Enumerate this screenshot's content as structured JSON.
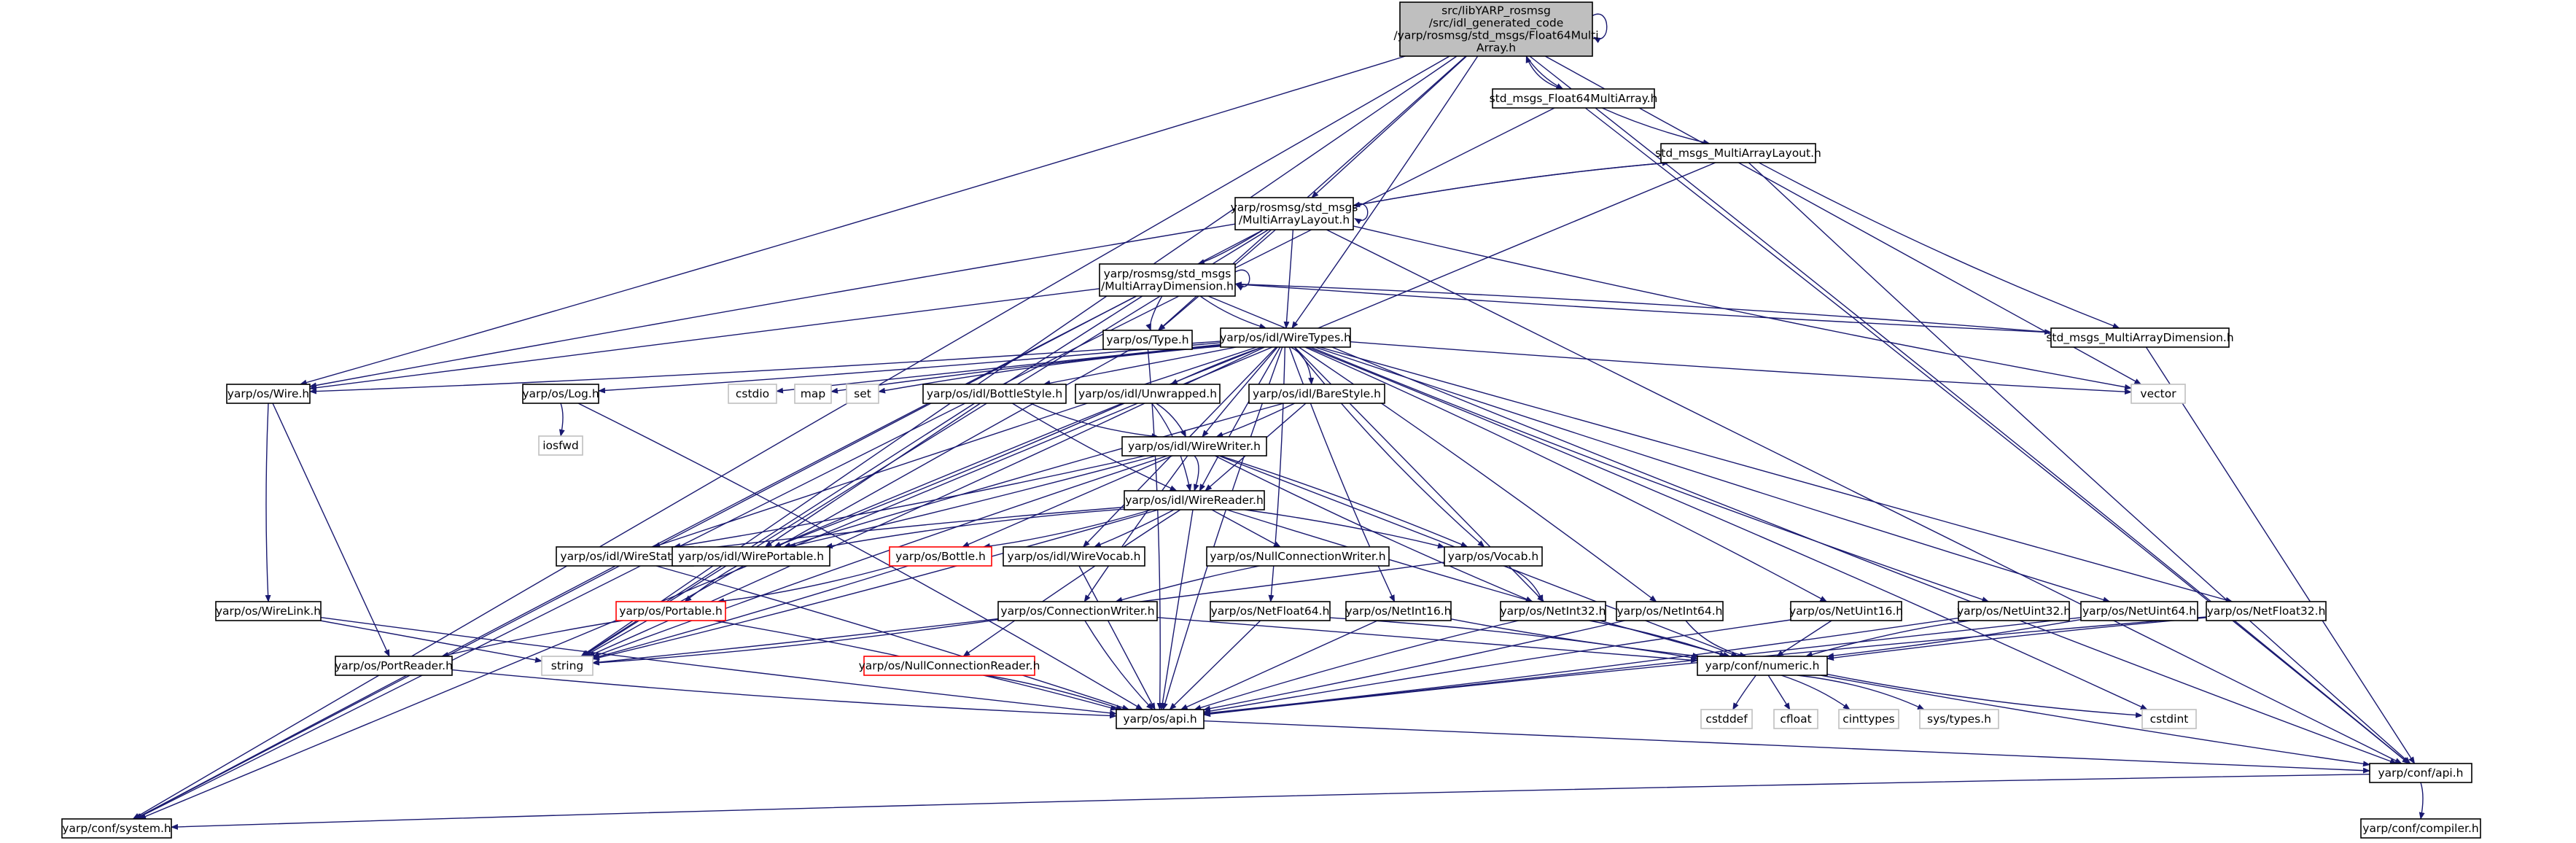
{
  "colors": {
    "edge": "#191970",
    "border_normal": "#000000",
    "border_missing": "#bfbfbf",
    "border_red": "#ff0000",
    "fill_root": "#bfbfbf",
    "fill_normal": "#ffffff"
  },
  "nodes": [
    {
      "id": "root",
      "label": [
        "src/libYARP_rosmsg",
        "/src/idl_generated_code",
        "/yarp/rosmsg/std_msgs/Float64Multi",
        "Array.h"
      ],
      "kind": "root"
    },
    {
      "id": "f64ma",
      "label": [
        "std_msgs_Float64MultiArray.h"
      ],
      "kind": "normal"
    },
    {
      "id": "malayout_std",
      "label": [
        "std_msgs_MultiArrayLayout.h"
      ],
      "kind": "normal"
    },
    {
      "id": "malayout",
      "label": [
        "yarp/rosmsg/std_msgs",
        "/MultiArrayLayout.h"
      ],
      "kind": "normal"
    },
    {
      "id": "madim",
      "label": [
        "yarp/rosmsg/std_msgs",
        "/MultiArrayDimension.h"
      ],
      "kind": "normal"
    },
    {
      "id": "madim_std",
      "label": [
        "std_msgs_MultiArrayDimension.h"
      ],
      "kind": "normal"
    },
    {
      "id": "type",
      "label": [
        "yarp/os/Type.h"
      ],
      "kind": "normal"
    },
    {
      "id": "wiretypes",
      "label": [
        "yarp/os/idl/WireTypes.h"
      ],
      "kind": "normal"
    },
    {
      "id": "wire",
      "label": [
        "yarp/os/Wire.h"
      ],
      "kind": "normal"
    },
    {
      "id": "log",
      "label": [
        "yarp/os/Log.h"
      ],
      "kind": "normal"
    },
    {
      "id": "iosfwd",
      "label": [
        "iosfwd"
      ],
      "kind": "missing"
    },
    {
      "id": "cstdio",
      "label": [
        "cstdio"
      ],
      "kind": "missing"
    },
    {
      "id": "map",
      "label": [
        "map"
      ],
      "kind": "missing"
    },
    {
      "id": "set",
      "label": [
        "set"
      ],
      "kind": "missing"
    },
    {
      "id": "bottlestyle",
      "label": [
        "yarp/os/idl/BottleStyle.h"
      ],
      "kind": "normal"
    },
    {
      "id": "unwrapped",
      "label": [
        "yarp/os/idl/Unwrapped.h"
      ],
      "kind": "normal"
    },
    {
      "id": "barestyle",
      "label": [
        "yarp/os/idl/BareStyle.h"
      ],
      "kind": "normal"
    },
    {
      "id": "vector",
      "label": [
        "vector"
      ],
      "kind": "missing"
    },
    {
      "id": "wirewriter",
      "label": [
        "yarp/os/idl/WireWriter.h"
      ],
      "kind": "normal"
    },
    {
      "id": "wirereader",
      "label": [
        "yarp/os/idl/WireReader.h"
      ],
      "kind": "normal"
    },
    {
      "id": "wirestate",
      "label": [
        "yarp/os/idl/WireState.h"
      ],
      "kind": "normal"
    },
    {
      "id": "wireportable",
      "label": [
        "yarp/os/idl/WirePortable.h"
      ],
      "kind": "normal"
    },
    {
      "id": "bottle",
      "label": [
        "yarp/os/Bottle.h"
      ],
      "kind": "red"
    },
    {
      "id": "wirevocab",
      "label": [
        "yarp/os/idl/WireVocab.h"
      ],
      "kind": "normal"
    },
    {
      "id": "nullconnwriter",
      "label": [
        "yarp/os/NullConnectionWriter.h"
      ],
      "kind": "normal"
    },
    {
      "id": "vocab",
      "label": [
        "yarp/os/Vocab.h"
      ],
      "kind": "normal"
    },
    {
      "id": "wirelink",
      "label": [
        "yarp/os/WireLink.h"
      ],
      "kind": "normal"
    },
    {
      "id": "portable",
      "label": [
        "yarp/os/Portable.h"
      ],
      "kind": "red"
    },
    {
      "id": "connwriter",
      "label": [
        "yarp/os/ConnectionWriter.h"
      ],
      "kind": "normal"
    },
    {
      "id": "nullconnreader",
      "label": [
        "yarp/os/NullConnectionReader.h"
      ],
      "kind": "red"
    },
    {
      "id": "netfloat64",
      "label": [
        "yarp/os/NetFloat64.h"
      ],
      "kind": "normal"
    },
    {
      "id": "netint16",
      "label": [
        "yarp/os/NetInt16.h"
      ],
      "kind": "normal"
    },
    {
      "id": "netint32",
      "label": [
        "yarp/os/NetInt32.h"
      ],
      "kind": "normal"
    },
    {
      "id": "netint64",
      "label": [
        "yarp/os/NetInt64.h"
      ],
      "kind": "normal"
    },
    {
      "id": "netuint16",
      "label": [
        "yarp/os/NetUint16.h"
      ],
      "kind": "normal"
    },
    {
      "id": "netuint32",
      "label": [
        "yarp/os/NetUint32.h"
      ],
      "kind": "normal"
    },
    {
      "id": "netuint64",
      "label": [
        "yarp/os/NetUint64.h"
      ],
      "kind": "normal"
    },
    {
      "id": "netfloat32",
      "label": [
        "yarp/os/NetFloat32.h"
      ],
      "kind": "normal"
    },
    {
      "id": "portreader",
      "label": [
        "yarp/os/PortReader.h"
      ],
      "kind": "normal"
    },
    {
      "id": "string",
      "label": [
        "string"
      ],
      "kind": "missing"
    },
    {
      "id": "numeric",
      "label": [
        "yarp/conf/numeric.h"
      ],
      "kind": "normal"
    },
    {
      "id": "osapi",
      "label": [
        "yarp/os/api.h"
      ],
      "kind": "normal"
    },
    {
      "id": "cstddef",
      "label": [
        "cstddef"
      ],
      "kind": "missing"
    },
    {
      "id": "cfloat",
      "label": [
        "cfloat"
      ],
      "kind": "missing"
    },
    {
      "id": "cinttypes",
      "label": [
        "cinttypes"
      ],
      "kind": "missing"
    },
    {
      "id": "systypes",
      "label": [
        "sys/types.h"
      ],
      "kind": "missing"
    },
    {
      "id": "cstdint",
      "label": [
        "cstdint"
      ],
      "kind": "missing"
    },
    {
      "id": "confapi",
      "label": [
        "yarp/conf/api.h"
      ],
      "kind": "normal"
    },
    {
      "id": "system",
      "label": [
        "yarp/conf/system.h"
      ],
      "kind": "normal"
    },
    {
      "id": "compiler",
      "label": [
        "yarp/conf/compiler.h"
      ],
      "kind": "normal"
    }
  ],
  "edges": [
    [
      "root",
      "root"
    ],
    [
      "root",
      "f64ma"
    ],
    [
      "root",
      "malayout"
    ],
    [
      "root",
      "type"
    ],
    [
      "root",
      "wiretypes"
    ],
    [
      "root",
      "wire"
    ],
    [
      "root",
      "string"
    ],
    [
      "root",
      "vector"
    ],
    [
      "root",
      "confapi"
    ],
    [
      "root",
      "system"
    ],
    [
      "f64ma",
      "root"
    ],
    [
      "f64ma",
      "malayout_std"
    ],
    [
      "f64ma",
      "system"
    ],
    [
      "f64ma",
      "confapi"
    ],
    [
      "malayout_std",
      "malayout"
    ],
    [
      "malayout_std",
      "madim_std"
    ],
    [
      "malayout_std",
      "confapi"
    ],
    [
      "malayout_std",
      "system"
    ],
    [
      "malayout",
      "malayout"
    ],
    [
      "malayout",
      "malayout_std"
    ],
    [
      "malayout",
      "madim"
    ],
    [
      "malayout",
      "type"
    ],
    [
      "malayout",
      "wiretypes"
    ],
    [
      "malayout",
      "wire"
    ],
    [
      "malayout",
      "string"
    ],
    [
      "malayout",
      "vector"
    ],
    [
      "malayout",
      "system"
    ],
    [
      "malayout",
      "confapi"
    ],
    [
      "madim",
      "madim"
    ],
    [
      "madim",
      "madim_std"
    ],
    [
      "madim",
      "type"
    ],
    [
      "madim",
      "wiretypes"
    ],
    [
      "madim",
      "wire"
    ],
    [
      "madim",
      "string"
    ],
    [
      "madim",
      "system"
    ],
    [
      "madim",
      "confapi"
    ],
    [
      "madim_std",
      "madim"
    ],
    [
      "madim_std",
      "confapi"
    ],
    [
      "type",
      "string"
    ],
    [
      "type",
      "osapi"
    ],
    [
      "wiretypes",
      "wire"
    ],
    [
      "wiretypes",
      "log"
    ],
    [
      "wiretypes",
      "cstdio"
    ],
    [
      "wiretypes",
      "map"
    ],
    [
      "wiretypes",
      "set"
    ],
    [
      "wiretypes",
      "string"
    ],
    [
      "wiretypes",
      "vector"
    ],
    [
      "wiretypes",
      "bottlestyle"
    ],
    [
      "wiretypes",
      "unwrapped"
    ],
    [
      "wiretypes",
      "barestyle"
    ],
    [
      "wiretypes",
      "wirewriter"
    ],
    [
      "wiretypes",
      "wirereader"
    ],
    [
      "wiretypes",
      "wirestate"
    ],
    [
      "wiretypes",
      "wireportable"
    ],
    [
      "wiretypes",
      "wirevocab"
    ],
    [
      "wiretypes",
      "vocab"
    ],
    [
      "wiretypes",
      "netint16"
    ],
    [
      "wiretypes",
      "netint32"
    ],
    [
      "wiretypes",
      "netint64"
    ],
    [
      "wiretypes",
      "netuint16"
    ],
    [
      "wiretypes",
      "netuint32"
    ],
    [
      "wiretypes",
      "netuint64"
    ],
    [
      "wiretypes",
      "netfloat32"
    ],
    [
      "wiretypes",
      "netfloat64"
    ],
    [
      "wiretypes",
      "cstdint"
    ],
    [
      "wiretypes",
      "osapi"
    ],
    [
      "wire",
      "wirelink"
    ],
    [
      "wire",
      "portreader"
    ],
    [
      "log",
      "iosfwd"
    ],
    [
      "log",
      "osapi"
    ],
    [
      "bottlestyle",
      "wirewriter"
    ],
    [
      "bottlestyle",
      "wirereader"
    ],
    [
      "bottlestyle",
      "wireportable"
    ],
    [
      "unwrapped",
      "wirewriter"
    ],
    [
      "unwrapped",
      "wirereader"
    ],
    [
      "unwrapped",
      "wireportable"
    ],
    [
      "barestyle",
      "wirewriter"
    ],
    [
      "barestyle",
      "wirereader"
    ],
    [
      "barestyle",
      "wireportable"
    ],
    [
      "wirewriter",
      "wirereader"
    ],
    [
      "wirewriter",
      "wirestate"
    ],
    [
      "wirewriter",
      "wireportable"
    ],
    [
      "wirewriter",
      "bottle"
    ],
    [
      "wirewriter",
      "vocab"
    ],
    [
      "wirewriter",
      "string"
    ],
    [
      "wirewriter",
      "connwriter"
    ],
    [
      "wirewriter",
      "netint32"
    ],
    [
      "wirewriter",
      "numeric"
    ],
    [
      "wirereader",
      "wirestate"
    ],
    [
      "wirereader",
      "wireportable"
    ],
    [
      "wirereader",
      "bottle"
    ],
    [
      "wirereader",
      "wirevocab"
    ],
    [
      "wirereader",
      "nullconnwriter"
    ],
    [
      "wirereader",
      "vocab"
    ],
    [
      "wirereader",
      "nullconnreader"
    ],
    [
      "wirereader",
      "string"
    ],
    [
      "wirereader",
      "numeric"
    ],
    [
      "wirereader",
      "osapi"
    ],
    [
      "wirestate",
      "osapi"
    ],
    [
      "wireportable",
      "portable"
    ],
    [
      "bottle",
      "portable"
    ],
    [
      "bottle",
      "string"
    ],
    [
      "wirevocab",
      "osapi"
    ],
    [
      "nullconnwriter",
      "connwriter"
    ],
    [
      "vocab",
      "netint32"
    ],
    [
      "vocab",
      "string"
    ],
    [
      "wirelink",
      "osapi"
    ],
    [
      "wirelink",
      "string"
    ],
    [
      "portable",
      "portreader"
    ],
    [
      "portable",
      "osapi"
    ],
    [
      "connwriter",
      "string"
    ],
    [
      "connwriter",
      "osapi"
    ],
    [
      "connwriter",
      "numeric"
    ],
    [
      "nullconnreader",
      "osapi"
    ],
    [
      "netfloat64",
      "numeric"
    ],
    [
      "netfloat64",
      "osapi"
    ],
    [
      "netint16",
      "numeric"
    ],
    [
      "netint16",
      "osapi"
    ],
    [
      "netint32",
      "numeric"
    ],
    [
      "netint32",
      "osapi"
    ],
    [
      "netint64",
      "numeric"
    ],
    [
      "netint64",
      "osapi"
    ],
    [
      "netuint16",
      "numeric"
    ],
    [
      "netuint16",
      "osapi"
    ],
    [
      "netuint32",
      "numeric"
    ],
    [
      "netuint32",
      "osapi"
    ],
    [
      "netuint64",
      "numeric"
    ],
    [
      "netuint64",
      "osapi"
    ],
    [
      "netfloat32",
      "numeric"
    ],
    [
      "netfloat32",
      "osapi"
    ],
    [
      "portreader",
      "osapi"
    ],
    [
      "numeric",
      "cstddef"
    ],
    [
      "numeric",
      "cfloat"
    ],
    [
      "numeric",
      "cinttypes"
    ],
    [
      "numeric",
      "systypes"
    ],
    [
      "numeric",
      "cstdint"
    ],
    [
      "numeric",
      "confapi"
    ],
    [
      "osapi",
      "confapi"
    ],
    [
      "confapi",
      "compiler"
    ],
    [
      "confapi",
      "system"
    ]
  ]
}
